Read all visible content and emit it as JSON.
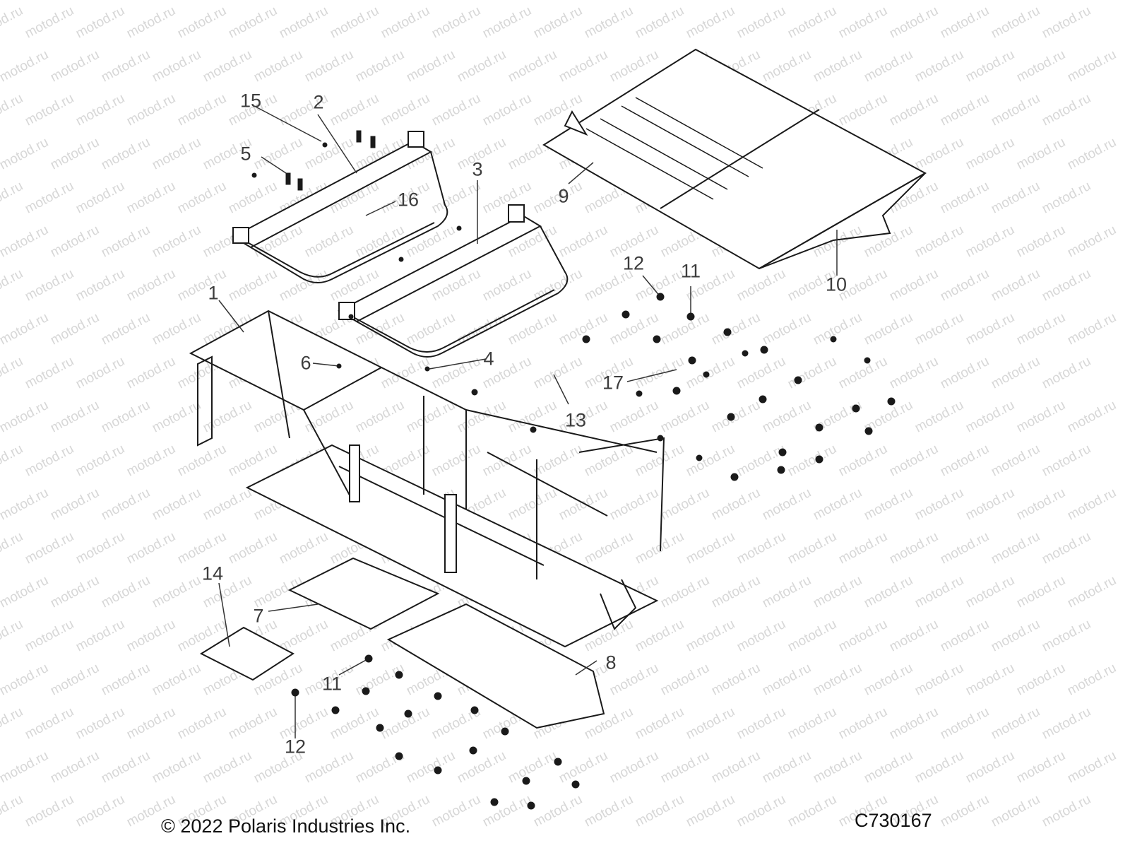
{
  "callouts": [
    {
      "id": "1",
      "label": "1"
    },
    {
      "id": "2",
      "label": "2"
    },
    {
      "id": "3",
      "label": "3"
    },
    {
      "id": "4",
      "label": "4"
    },
    {
      "id": "5",
      "label": "5"
    },
    {
      "id": "6",
      "label": "6"
    },
    {
      "id": "7",
      "label": "7"
    },
    {
      "id": "8",
      "label": "8"
    },
    {
      "id": "9",
      "label": "9"
    },
    {
      "id": "10",
      "label": "10"
    },
    {
      "id": "11a",
      "label": "11"
    },
    {
      "id": "11b",
      "label": "11"
    },
    {
      "id": "12a",
      "label": "12"
    },
    {
      "id": "12b",
      "label": "12"
    },
    {
      "id": "13",
      "label": "13"
    },
    {
      "id": "14",
      "label": "14"
    },
    {
      "id": "15",
      "label": "15"
    },
    {
      "id": "16",
      "label": "16"
    },
    {
      "id": "17",
      "label": "17"
    }
  ],
  "copyright": "© 2022 Polaris Industries Inc.",
  "diagram_code": "C730167",
  "watermark": "motod.ru",
  "colors": {
    "line": "#1a1a1a",
    "label": "#3c3c3c",
    "watermark": "#d7d7d7"
  }
}
